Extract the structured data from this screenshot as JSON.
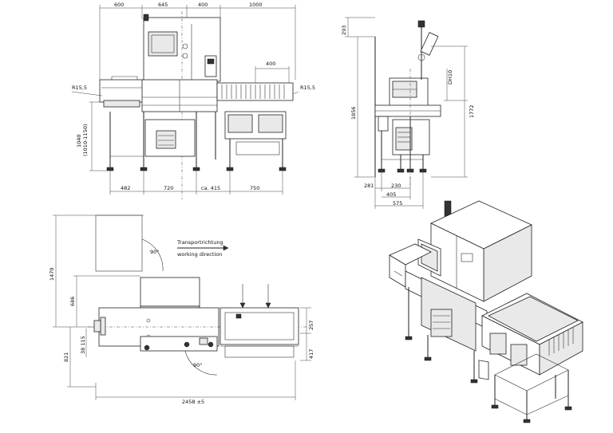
{
  "front_view": {
    "top_dims": [
      "600",
      "645",
      "400",
      "1000"
    ],
    "sub_dim": "400",
    "radius_left": "R15,5",
    "radius_right": "R15,5",
    "height_dim": "1040\n(1010-1150)",
    "height_dim_line1": "1040",
    "height_dim_line2": "(1010-1150)",
    "bottom_dims": [
      "482",
      "720",
      "ca. 415",
      "750"
    ]
  },
  "side_view": {
    "top_dim": "293",
    "total_height": "1856",
    "right_dim_small": "DH10",
    "right_dim": "1772",
    "bottom_dims": [
      "281",
      "230",
      "405",
      "575"
    ]
  },
  "top_view": {
    "direction_de": "Transportrichtung",
    "direction_en": "working direction",
    "left_dims": [
      "1470",
      "686",
      "821",
      "38 115"
    ],
    "right_dims": [
      "257",
      "417"
    ],
    "total_length": "2458 ±5",
    "angle_label_top": "90°",
    "angle_label_bottom": "90°"
  }
}
